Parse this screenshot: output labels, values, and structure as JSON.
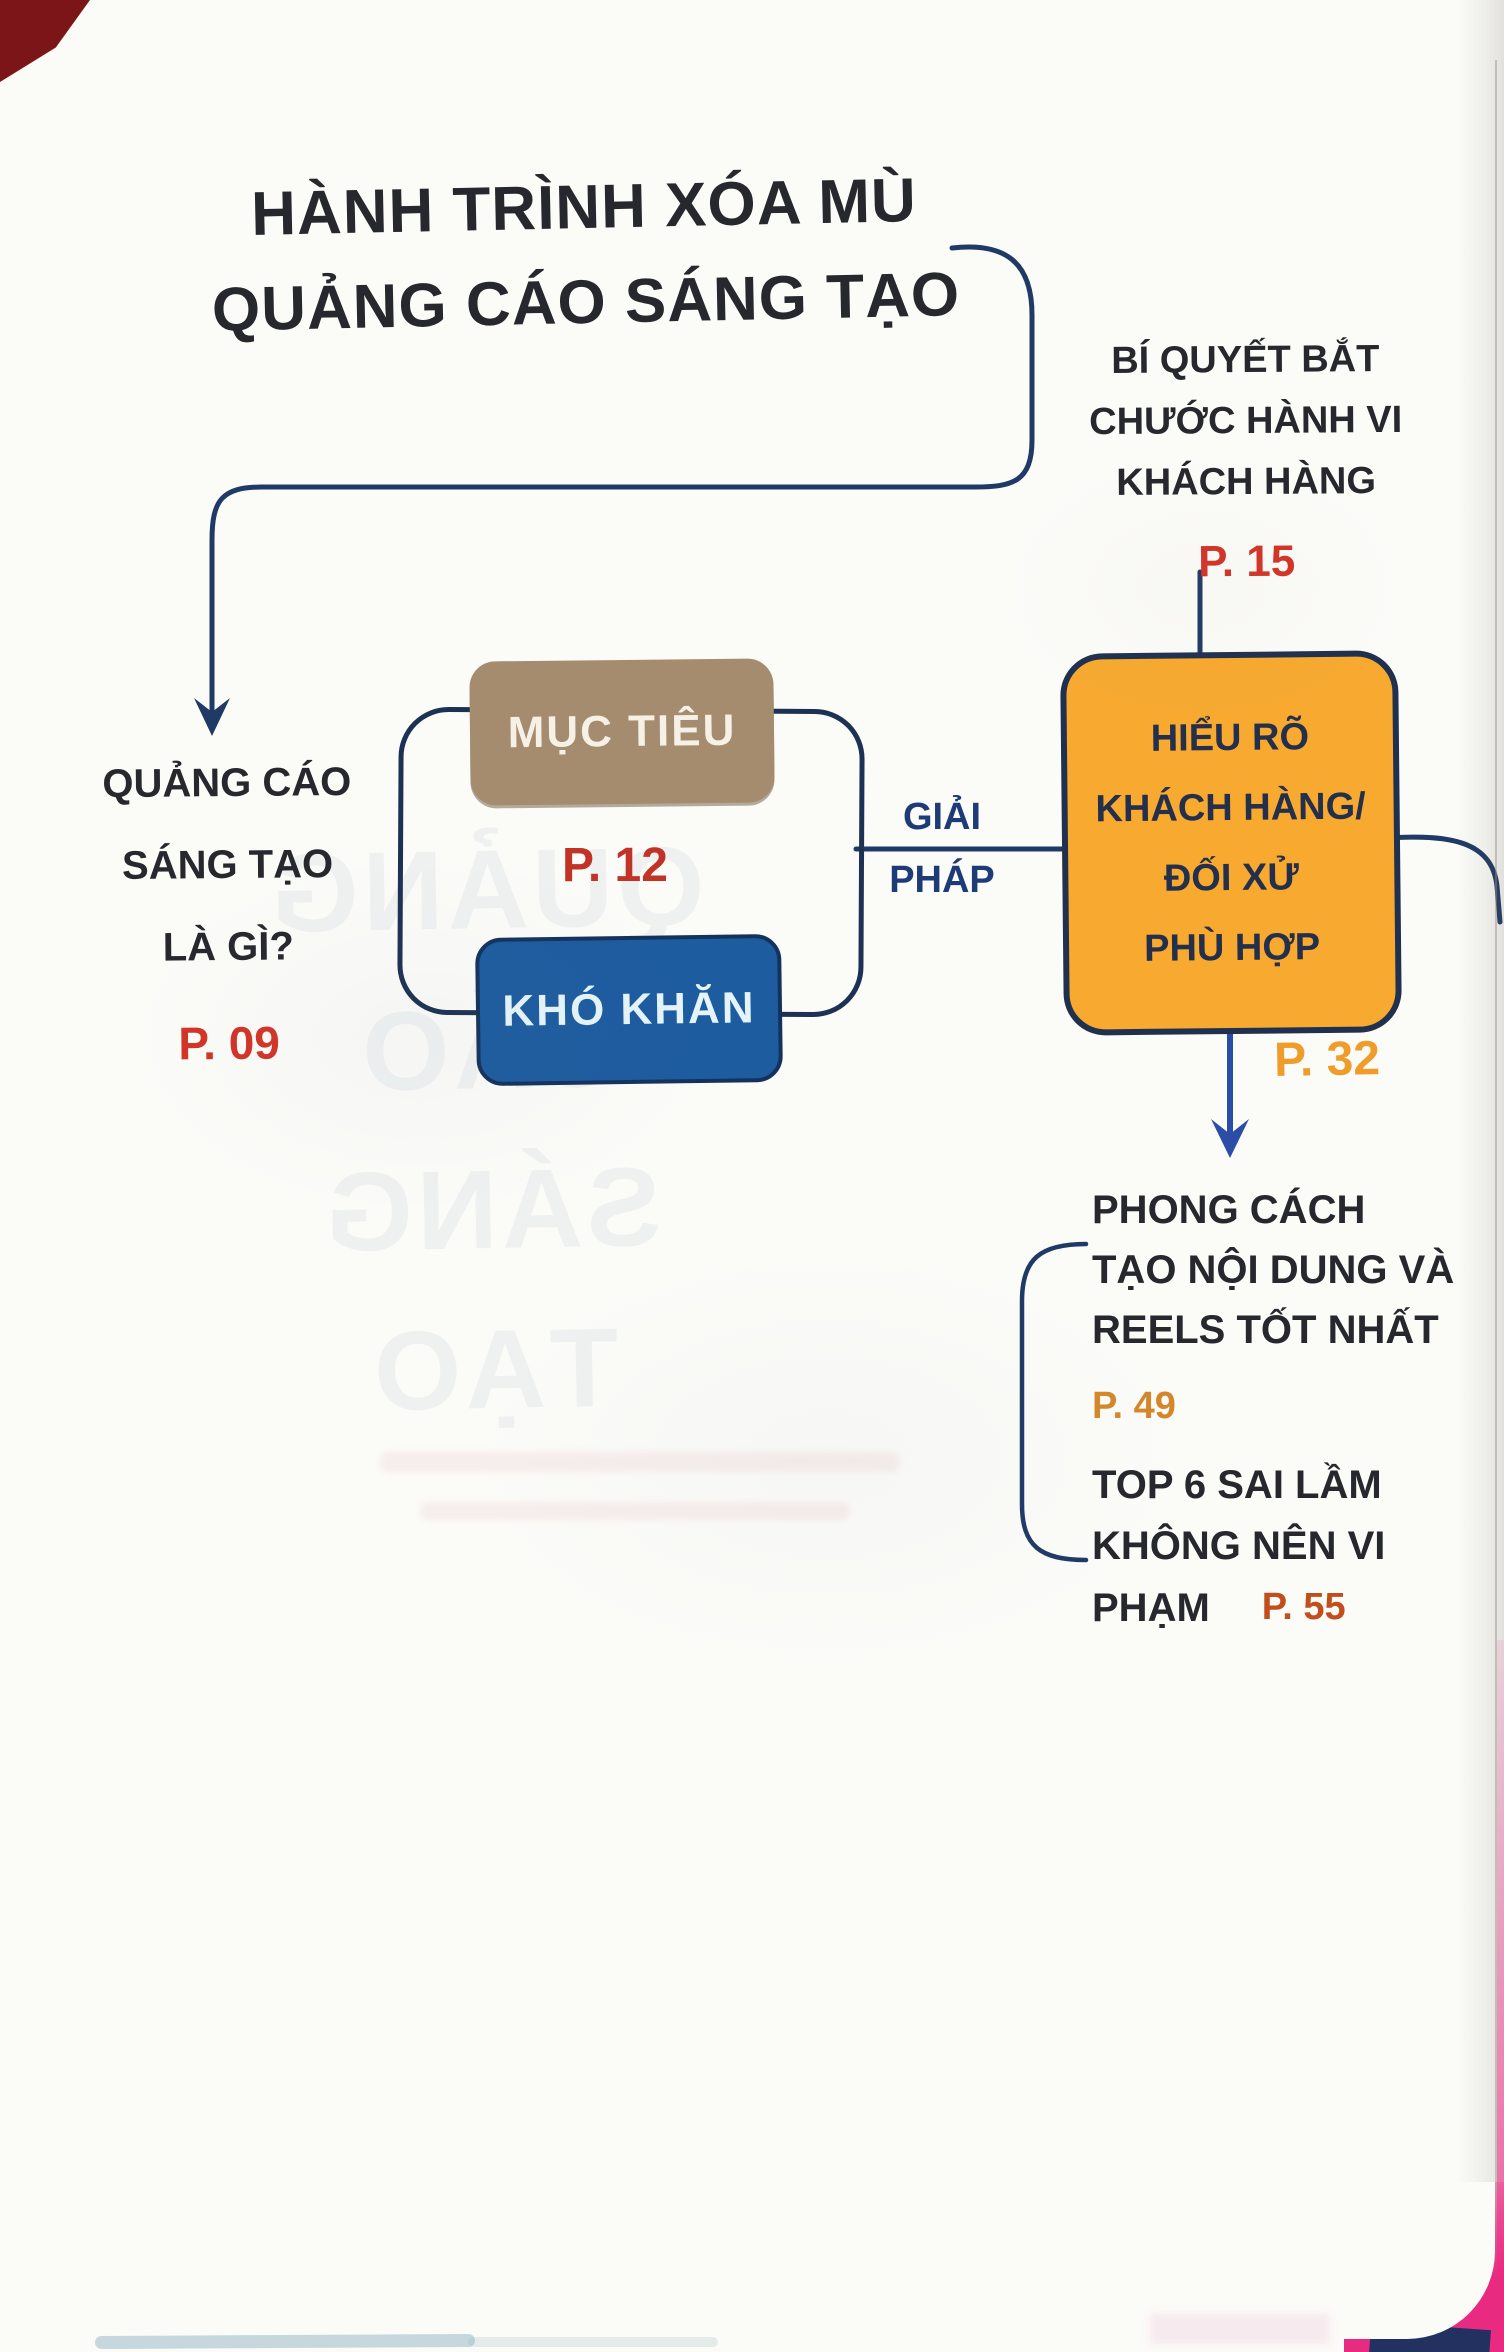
{
  "title": {
    "line1": "HÀNH TRÌNH XÓA MÙ",
    "line2": "QUẢNG CÁO SÁNG TẠO"
  },
  "nodes": {
    "what_is": {
      "line1": "QUẢNG CÁO",
      "line2": "SÁNG TẠO",
      "line3": "LÀ GÌ?",
      "page_ref": "P. 09"
    },
    "muc_tieu": {
      "label": "MỤC TIÊU",
      "page_ref": "P. 12"
    },
    "kho_khan": {
      "label": "KHÓ KHĂN"
    },
    "giai_phap": {
      "line1": "GIẢI",
      "line2": "PHÁP"
    },
    "bi_quyet": {
      "line1": "BÍ QUYẾT BẮT",
      "line2": "CHƯỚC HÀNH VI",
      "line3": "KHÁCH HÀNG",
      "page_ref": "P. 15"
    },
    "hieu_ro": {
      "line1": "HIỂU RÕ",
      "line2": "KHÁCH HÀNG/",
      "line3": "ĐỐI XỬ",
      "line4": "PHÙ HỢP",
      "page_ref": "P. 32"
    },
    "phong_cach": {
      "line1": "PHONG CÁCH",
      "line2": "TẠO NỘI DUNG VÀ",
      "line3": "REELS TỐT NHẤT",
      "page_ref": "P. 49"
    },
    "top6": {
      "line1": "TOP 6 SAI LẦM",
      "line2": "KHÔNG NÊN VI",
      "line3": "PHẠM",
      "page_ref": "P. 55"
    }
  },
  "ghost_bleed_through": {
    "line1": "QUẢNG CÁO",
    "line2": "SÁNG TẠO"
  },
  "colors": {
    "paper": "#fbfbf8",
    "ink": "#26282d",
    "line": "#203a66",
    "arrow-blue": "#2b4da8",
    "tan": "#a58c6e",
    "tan-text": "#f6f1e6",
    "blue-box": "#1d5c9f",
    "blue-box-border": "#14335c",
    "blue-box-text": "#e5f4fb",
    "orange-box": "#f7a930",
    "orange-border": "#20304f",
    "orange-text": "#24304b",
    "giai-phap": "#1d3c77",
    "red": "#d23427",
    "p12": "#c23327",
    "p32": "#ef9c2a",
    "p49": "#d4872a",
    "p55": "#c24e1e",
    "maroon": "#7c1518",
    "magenta": "#e92a81",
    "navy-edge": "#233160"
  }
}
